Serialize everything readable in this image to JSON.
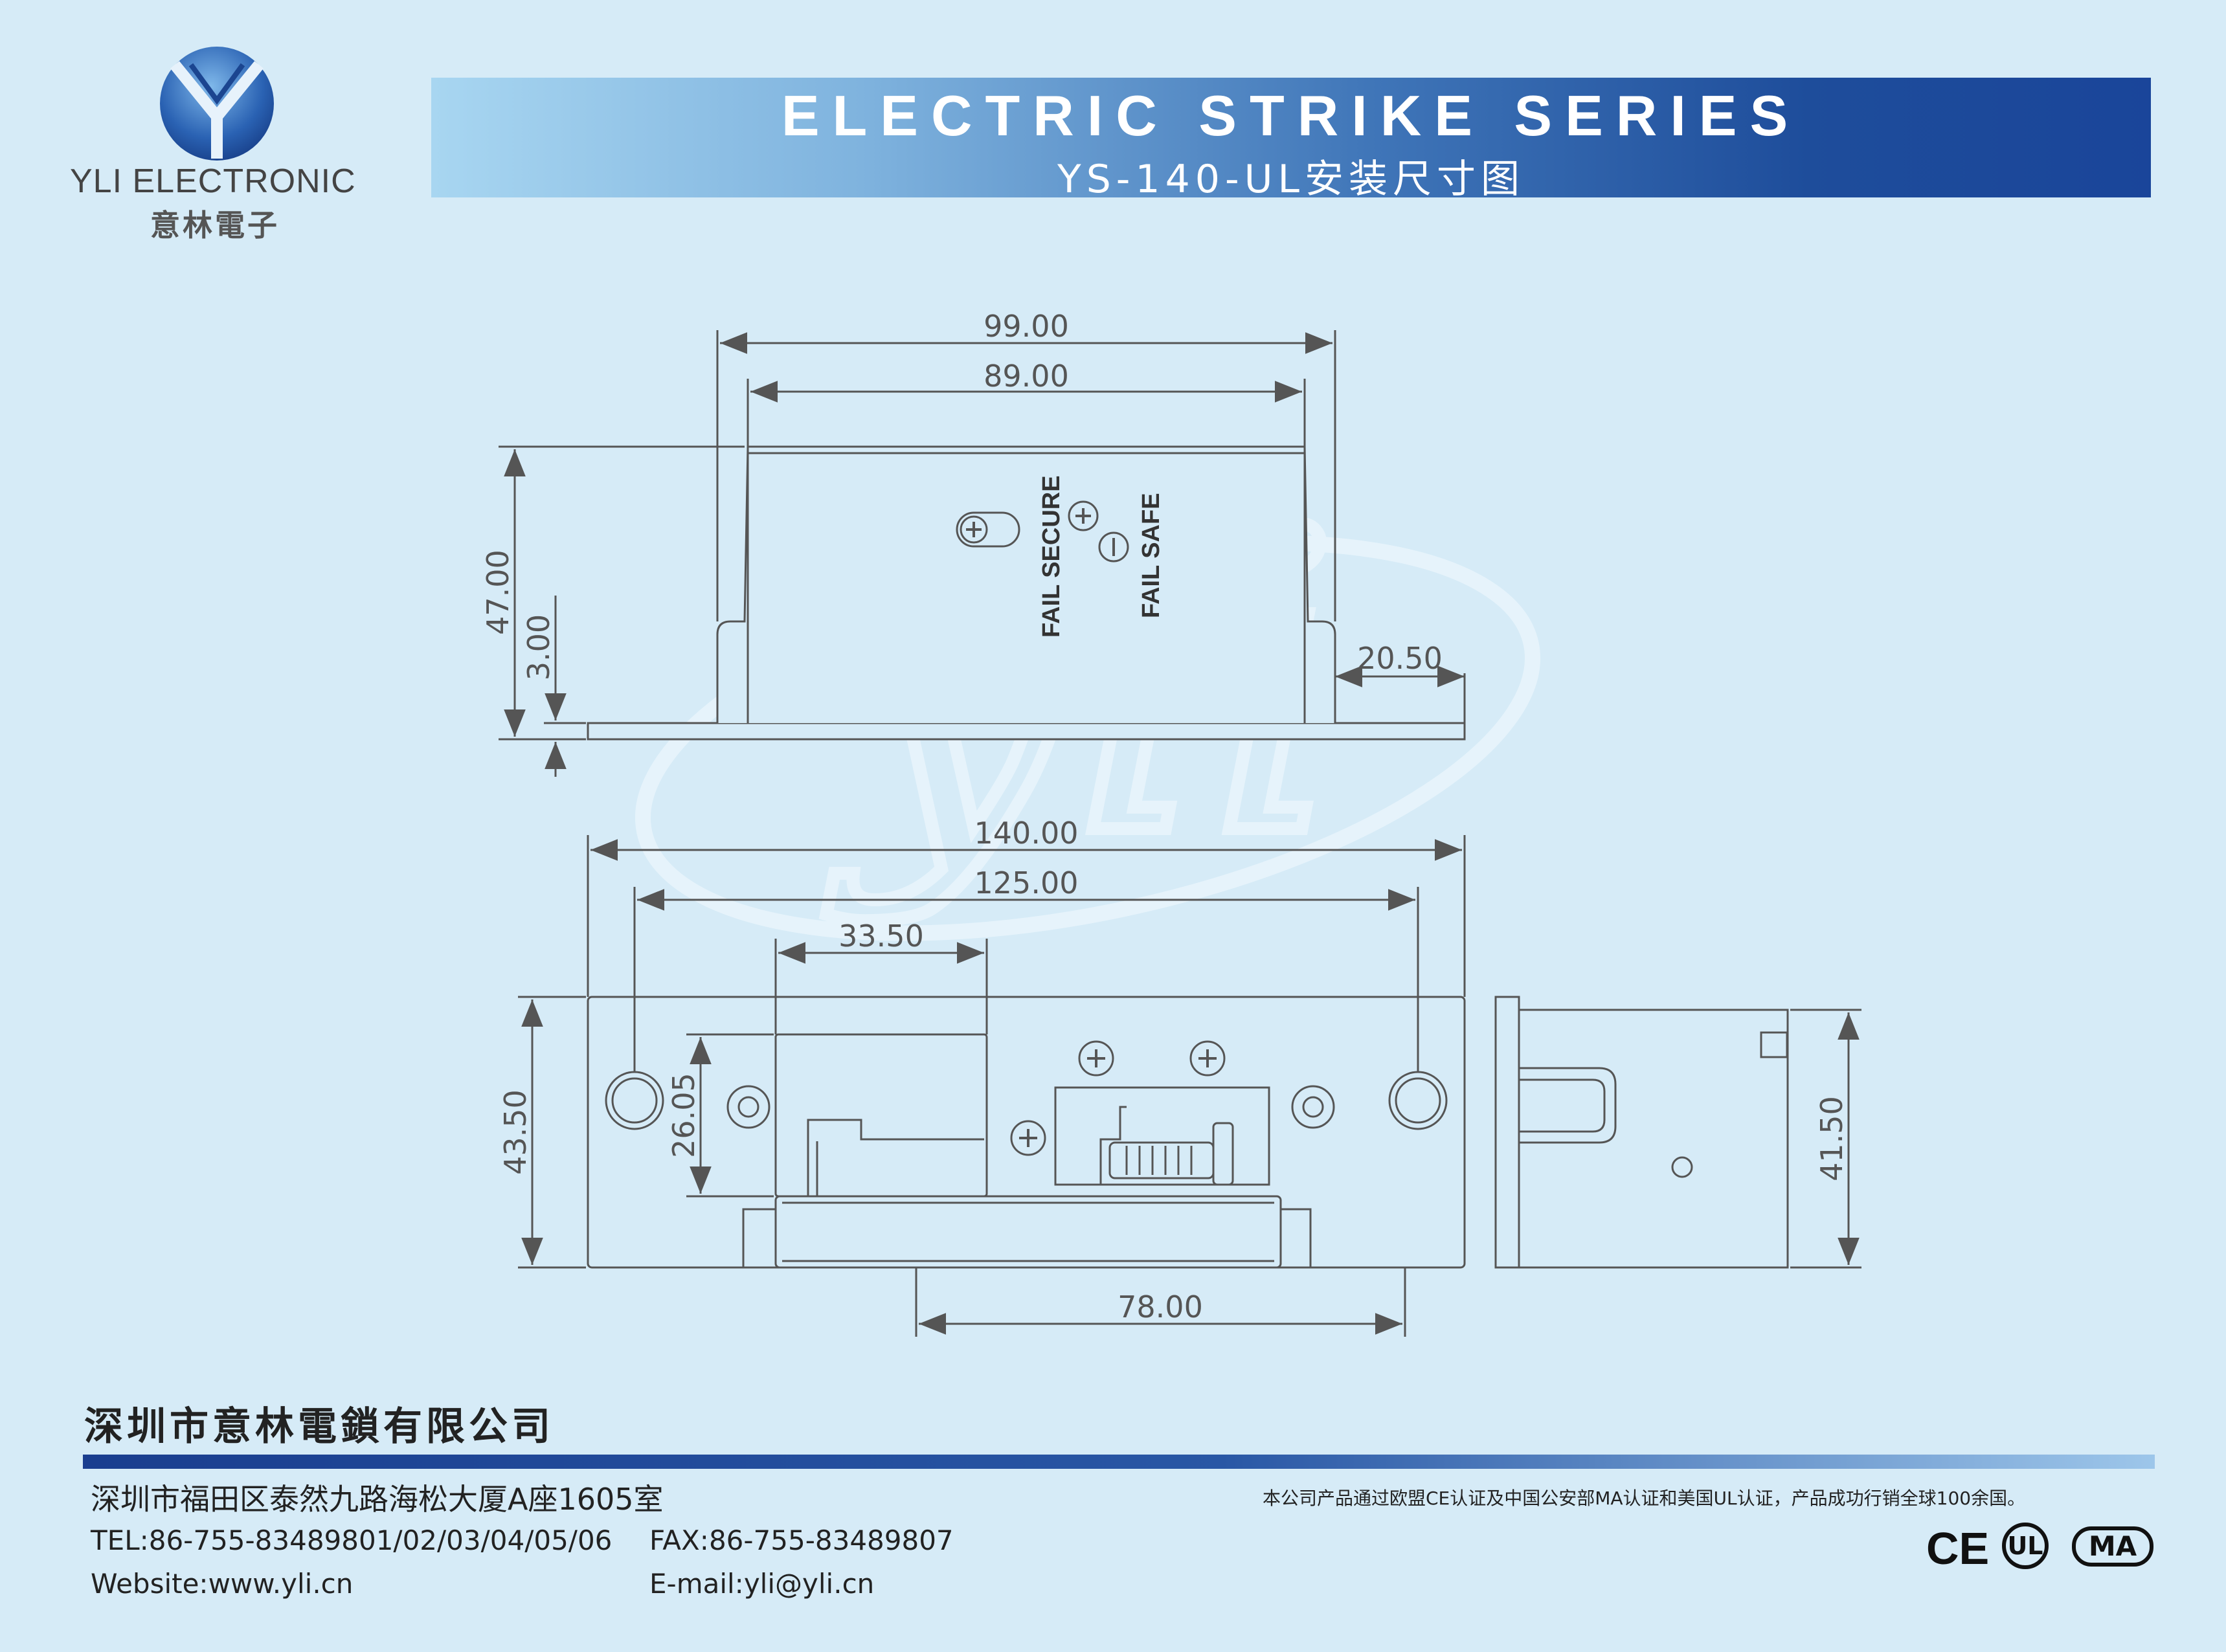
{
  "logo": {
    "icon_name": "yli-logo-icon",
    "company_en": "YLI ELECTRONIC",
    "company_cn": "意林電子"
  },
  "banner": {
    "title": "ELECTRIC STRIKE SERIES",
    "subtitle": "YS-140-UL安装尺寸图"
  },
  "drawing": {
    "dimensions": {
      "top_overall_width": "99.00",
      "top_inner_width": "89.00",
      "top_height": "47.00",
      "top_plate_thickness": "3.00",
      "top_flange": "20.50",
      "front_overall_width": "140.00",
      "front_hole_spacing": "125.00",
      "front_keeper_width": "33.50",
      "front_height": "43.50",
      "front_keeper_height": "26.05",
      "front_bottom_width": "78.00",
      "side_height": "41.50"
    },
    "labels": {
      "fail_secure": "FAIL  SECURE",
      "fail_safe": "FAIL SAFE"
    },
    "watermark": "yli"
  },
  "footer": {
    "company_name": "深圳市意林電鎖有限公司",
    "address": "深圳市福田区泰然九路海松大厦A座1605室",
    "tel": "TEL:86-755-83489801/02/03/04/05/06",
    "fax": "FAX:86-755-83489807",
    "website": "Website:www.yli.cn",
    "email": "E-mail:yli@yli.cn",
    "cert_note": "本公司产品通过欧盟CE认证及中国公安部MA认证和美国UL认证，产品成功行销全球100余国。",
    "cert_ce": "CE",
    "cert_ul": "UL",
    "cert_ma": "MA"
  },
  "colors": {
    "background": "#d6ebf7",
    "banner_dark": "#1a459a",
    "banner_light": "#a8d6f1",
    "line": "#555555"
  }
}
